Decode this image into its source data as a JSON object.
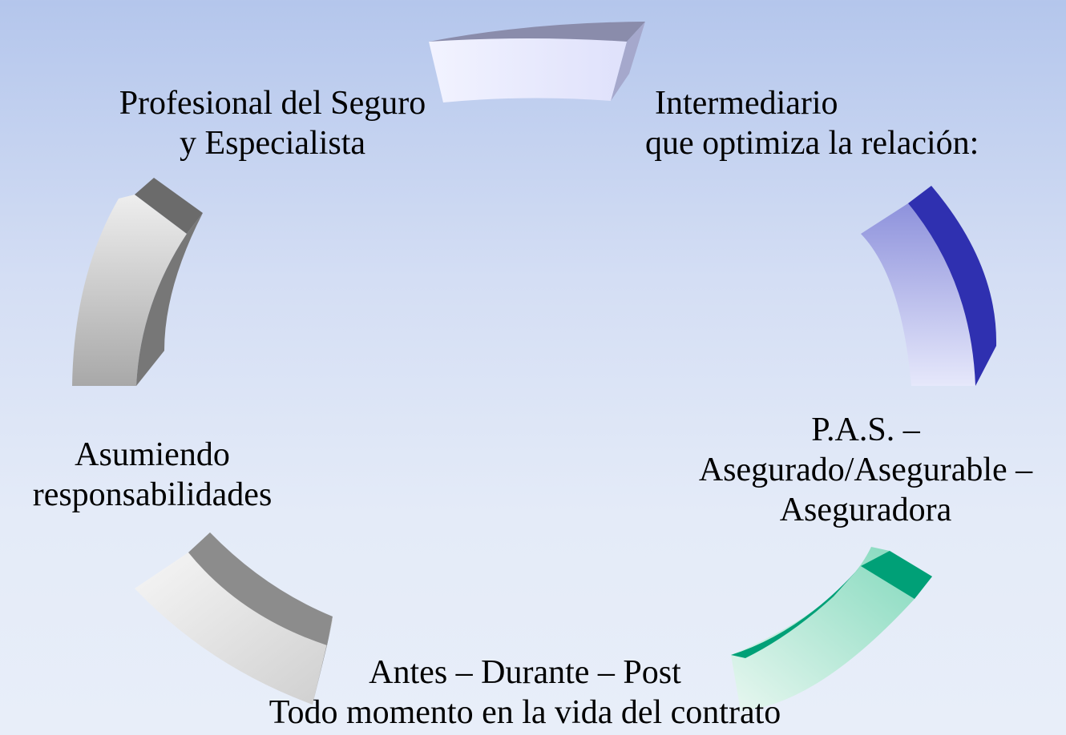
{
  "diagram": {
    "type": "cycle",
    "segments": [
      {
        "id": "top",
        "color": "#d8dcf8"
      },
      {
        "id": "right",
        "color": "#2b2fa8"
      },
      {
        "id": "bottom-right",
        "color": "#00a077"
      },
      {
        "id": "bottom-left",
        "color": "#8c8c8c"
      },
      {
        "id": "left",
        "color": "#6e6e6e"
      }
    ],
    "labels": {
      "profesional": [
        "Profesional del Seguro",
        "y Especialista"
      ],
      "intermediario": [
        "Intermediario",
        "que optimiza la relación:"
      ],
      "pas": [
        "P.A.S. –",
        "Asegurado/Asegurable –",
        "Aseguradora"
      ],
      "asumiendo": [
        "Asumiendo",
        "responsabilidades"
      ],
      "antes": [
        "Antes – Durante – Post",
        "Todo momento en la vida del contrato"
      ]
    }
  }
}
